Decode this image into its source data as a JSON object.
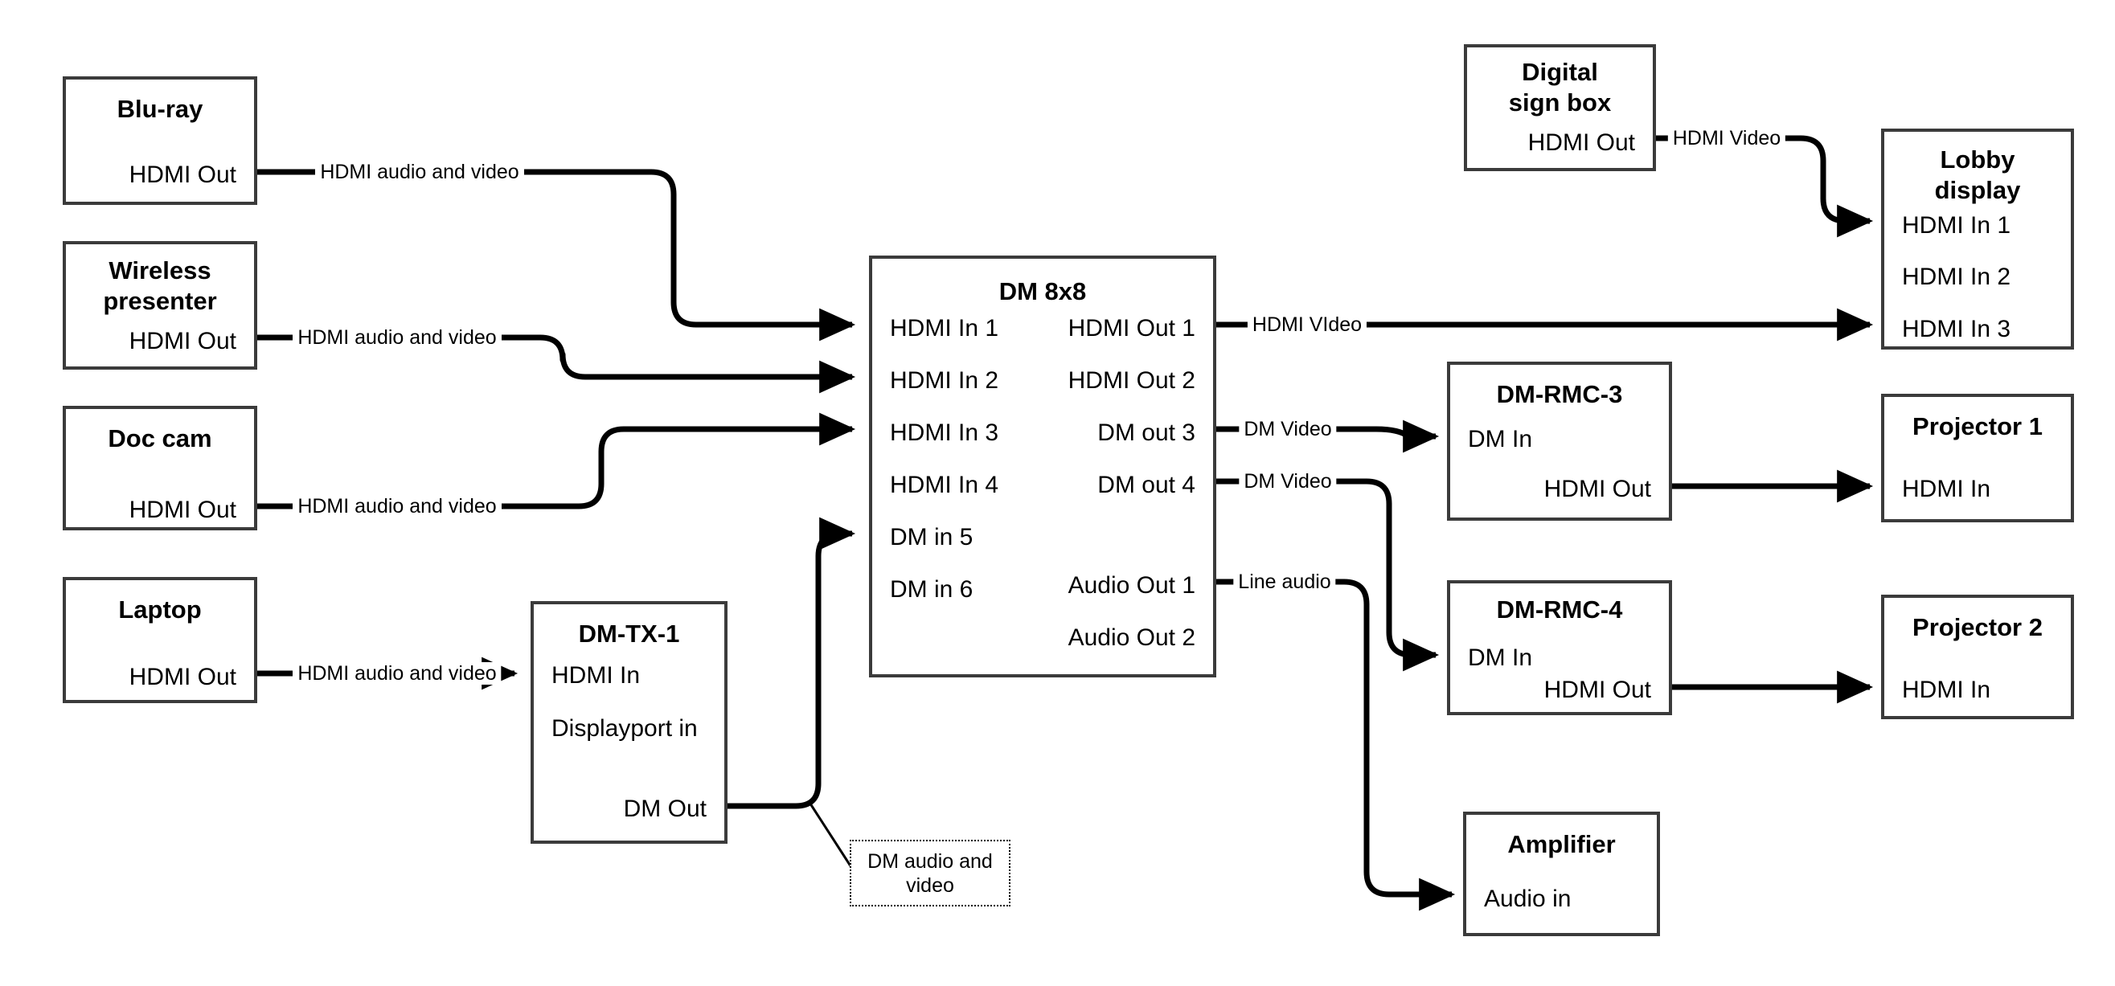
{
  "diagram": {
    "title": "AV signal routing block diagram",
    "stroke_color": "#3b3b3b",
    "line_color": "#000000",
    "background": "#ffffff"
  },
  "nodes": [
    {
      "id": "bluray",
      "title": "Blu-ray",
      "ports": [
        {
          "label": "HDMI Out",
          "align": "right"
        }
      ]
    },
    {
      "id": "wireless",
      "title": "Wireless presenter",
      "ports": [
        {
          "label": "HDMI Out",
          "align": "right"
        }
      ]
    },
    {
      "id": "doccam",
      "title": "Doc cam",
      "ports": [
        {
          "label": "HDMI Out",
          "align": "right"
        }
      ]
    },
    {
      "id": "laptop",
      "title": "Laptop",
      "ports": [
        {
          "label": "HDMI Out",
          "align": "right"
        }
      ]
    },
    {
      "id": "dmtx1",
      "title": "DM-TX-1",
      "ports": [
        {
          "label": "HDMI In",
          "align": "left"
        },
        {
          "label": "Displayport in",
          "align": "left"
        },
        {
          "label": "DM Out",
          "align": "right"
        }
      ]
    },
    {
      "id": "dm8x8",
      "title": "DM 8x8",
      "ports": [
        {
          "label": "HDMI In 1",
          "align": "left"
        },
        {
          "label": "HDMI In 2",
          "align": "left"
        },
        {
          "label": "HDMI In 3",
          "align": "left"
        },
        {
          "label": "HDMI In 4",
          "align": "left"
        },
        {
          "label": "DM in 5",
          "align": "left"
        },
        {
          "label": "DM in 6",
          "align": "left"
        },
        {
          "label": "HDMI Out 1",
          "align": "right"
        },
        {
          "label": "HDMI Out 2",
          "align": "right"
        },
        {
          "label": "DM out 3",
          "align": "right"
        },
        {
          "label": "DM out 4",
          "align": "right"
        },
        {
          "label": "Audio Out 1",
          "align": "right"
        },
        {
          "label": "Audio Out 2",
          "align": "right"
        }
      ]
    },
    {
      "id": "signbox",
      "title": "Digital sign box",
      "ports": [
        {
          "label": "HDMI Out",
          "align": "right"
        }
      ]
    },
    {
      "id": "lobby",
      "title": "Lobby display",
      "ports": [
        {
          "label": "HDMI In 1",
          "align": "left"
        },
        {
          "label": "HDMI In 2",
          "align": "left"
        },
        {
          "label": "HDMI In 3",
          "align": "left"
        }
      ]
    },
    {
      "id": "rmc3",
      "title": "DM-RMC-3",
      "ports": [
        {
          "label": "DM In",
          "align": "left"
        },
        {
          "label": "HDMI Out",
          "align": "right"
        }
      ]
    },
    {
      "id": "rmc4",
      "title": "DM-RMC-4",
      "ports": [
        {
          "label": "DM In",
          "align": "left"
        },
        {
          "label": "HDMI Out",
          "align": "right"
        }
      ]
    },
    {
      "id": "proj1",
      "title": "Projector 1",
      "ports": [
        {
          "label": "HDMI In",
          "align": "left"
        }
      ]
    },
    {
      "id": "proj2",
      "title": "Projector 2",
      "ports": [
        {
          "label": "HDMI In",
          "align": "left"
        }
      ]
    },
    {
      "id": "amp",
      "title": "Amplifier",
      "ports": [
        {
          "label": "Audio in",
          "align": "left"
        }
      ]
    }
  ],
  "edge_labels": {
    "bluray_to_in1": "HDMI audio and video",
    "wireless_to_in2": "HDMI audio and video",
    "doccam_to_in3": "HDMI audio and video",
    "laptop_to_tx1": "HDMI audio and video",
    "signbox_to_lobby": "HDMI Video",
    "out1_to_lobby3": "HDMI VIdeo",
    "out3_to_rmc3": "DM Video",
    "out4_to_rmc4": "DM Video",
    "audio1_to_amp": "Line audio"
  },
  "annotations": [
    {
      "id": "dm-audio-video-note",
      "text": "DM audio and video"
    }
  ]
}
